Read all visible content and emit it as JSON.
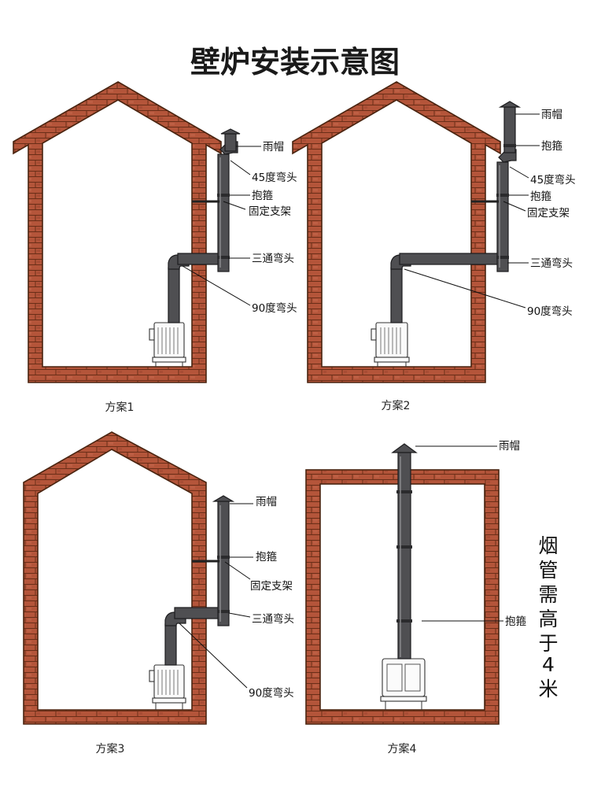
{
  "title": "壁炉安装示意图",
  "colors": {
    "brick": "#b4553a",
    "mortar": "#5a2a14",
    "pipe": "#4f4f52",
    "text": "#111111"
  },
  "plans": [
    {
      "caption": "方案1",
      "labels": {
        "rain_cap": "雨帽",
        "elbow45": "45度弯头",
        "clamp": "抱箍",
        "bracket": "固定支架",
        "tee": "三通弯头",
        "elbow90": "90度弯头"
      }
    },
    {
      "caption": "方案2",
      "labels": {
        "rain_cap": "雨帽",
        "clamp_top": "抱箍",
        "elbow45": "45度弯头",
        "clamp": "抱箍",
        "bracket": "固定支架",
        "tee": "三通弯头",
        "elbow90": "90度弯头"
      }
    },
    {
      "caption": "方案3",
      "labels": {
        "rain_cap": "雨帽",
        "clamp": "抱箍",
        "bracket": "固定支架",
        "tee": "三通弯头",
        "elbow90": "90度弯头"
      }
    },
    {
      "caption": "方案4",
      "labels": {
        "rain_cap": "雨帽",
        "clamp": "抱箍"
      }
    }
  ],
  "side_note": [
    "烟",
    "管",
    "需",
    "高",
    "于",
    "4",
    "米"
  ]
}
